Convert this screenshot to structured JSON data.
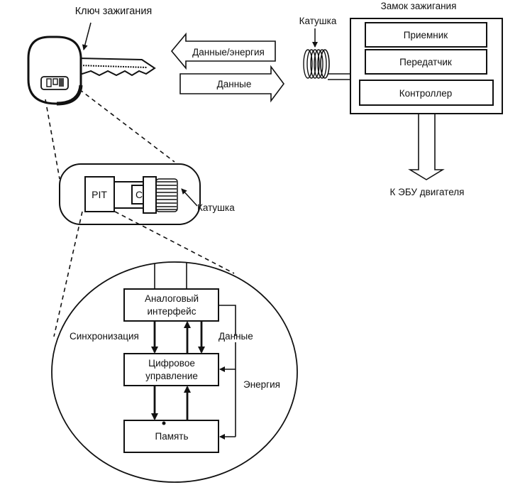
{
  "diagram": {
    "key": {
      "label": "Ключ зажигания"
    },
    "arrows": {
      "to_key": "Данные/энергия",
      "from_key": "Данные"
    },
    "lock": {
      "coil_label": "Катушка",
      "title": "Замок зажигания",
      "blocks": [
        "Приемник",
        "Передатчик",
        "Контроллер"
      ],
      "output_label": "К ЭБУ двигателя"
    },
    "transponder": {
      "chip_label": "PIT",
      "capacitor_label": "C",
      "coil_label": "Катушка"
    },
    "chip_detail": {
      "blocks": {
        "analog_line1": "Аналоговый",
        "analog_line2": "интерфейс",
        "digital_line1": "Цифровое",
        "digital_line2": "управление",
        "memory": "Память"
      },
      "signals": {
        "sync": "Синхронизация",
        "data": "Данные",
        "energy": "Энергия"
      }
    }
  }
}
